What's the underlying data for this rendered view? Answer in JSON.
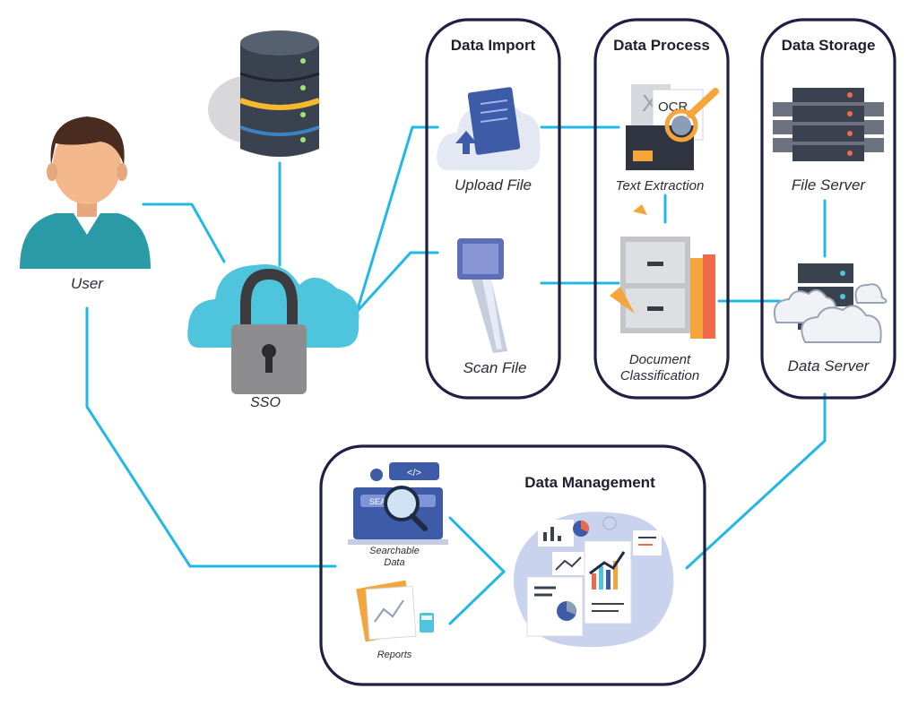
{
  "groups": {
    "import": "Data Import",
    "process": "Data Process",
    "storage": "Data Storage",
    "management": "Data Management"
  },
  "nodes": {
    "user": "User",
    "sso": "SSO",
    "upload_file": "Upload File",
    "scan_file": "Scan File",
    "text_extraction": "Text Extraction",
    "ocr_text": "OCR",
    "document_classification_line1": "Document",
    "document_classification_line2": "Classification",
    "file_server": "File Server",
    "data_server": "Data Server",
    "searchable_data_line1": "Searchable",
    "searchable_data_line2": "Data",
    "search_bar_text": "SEARCH",
    "code_tag_text": "</>",
    "reports": "Reports"
  },
  "colors": {
    "connector": "#22b8e6",
    "panel_border": "#1f1f45",
    "cloud": "#4ec5dd",
    "lock": "#8d8d8f",
    "server_dark": "#3a4250",
    "server_accent_yellow": "#f5b82e",
    "server_accent_blue": "#3b82c4",
    "folder_orange": "#f4a63c",
    "management_blob": "#c9d3ee"
  }
}
